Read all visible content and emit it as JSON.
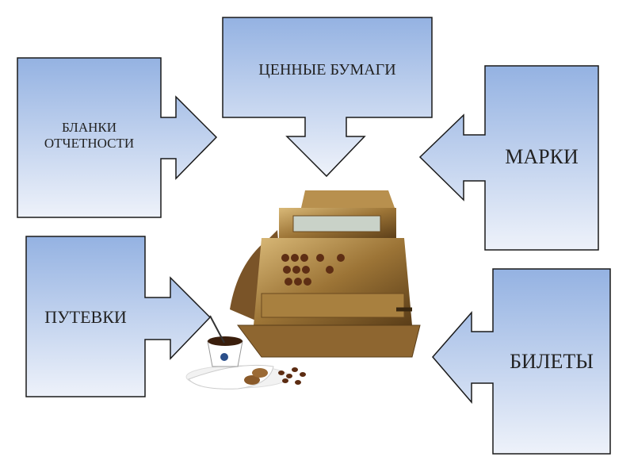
{
  "title": "",
  "colors": {
    "gradient_top": "#94b2e2",
    "gradient_bottom": "#eef2fa",
    "stroke": "#1a1a1a"
  },
  "callouts": [
    {
      "id": "blanks",
      "line1": "БЛАНКИ",
      "line2": "ОТЧЕТНОСТИ",
      "direction": "right"
    },
    {
      "id": "securities",
      "text": "ЦЕННЫЕ БУМАГИ",
      "direction": "down"
    },
    {
      "id": "stamps",
      "text": "МАРКИ",
      "direction": "left"
    },
    {
      "id": "vouchers",
      "text": "ПУТЕВКИ",
      "direction": "right"
    },
    {
      "id": "tickets",
      "text": "БИЛЕТЫ",
      "direction": "left"
    }
  ],
  "center_image": "cash-register"
}
